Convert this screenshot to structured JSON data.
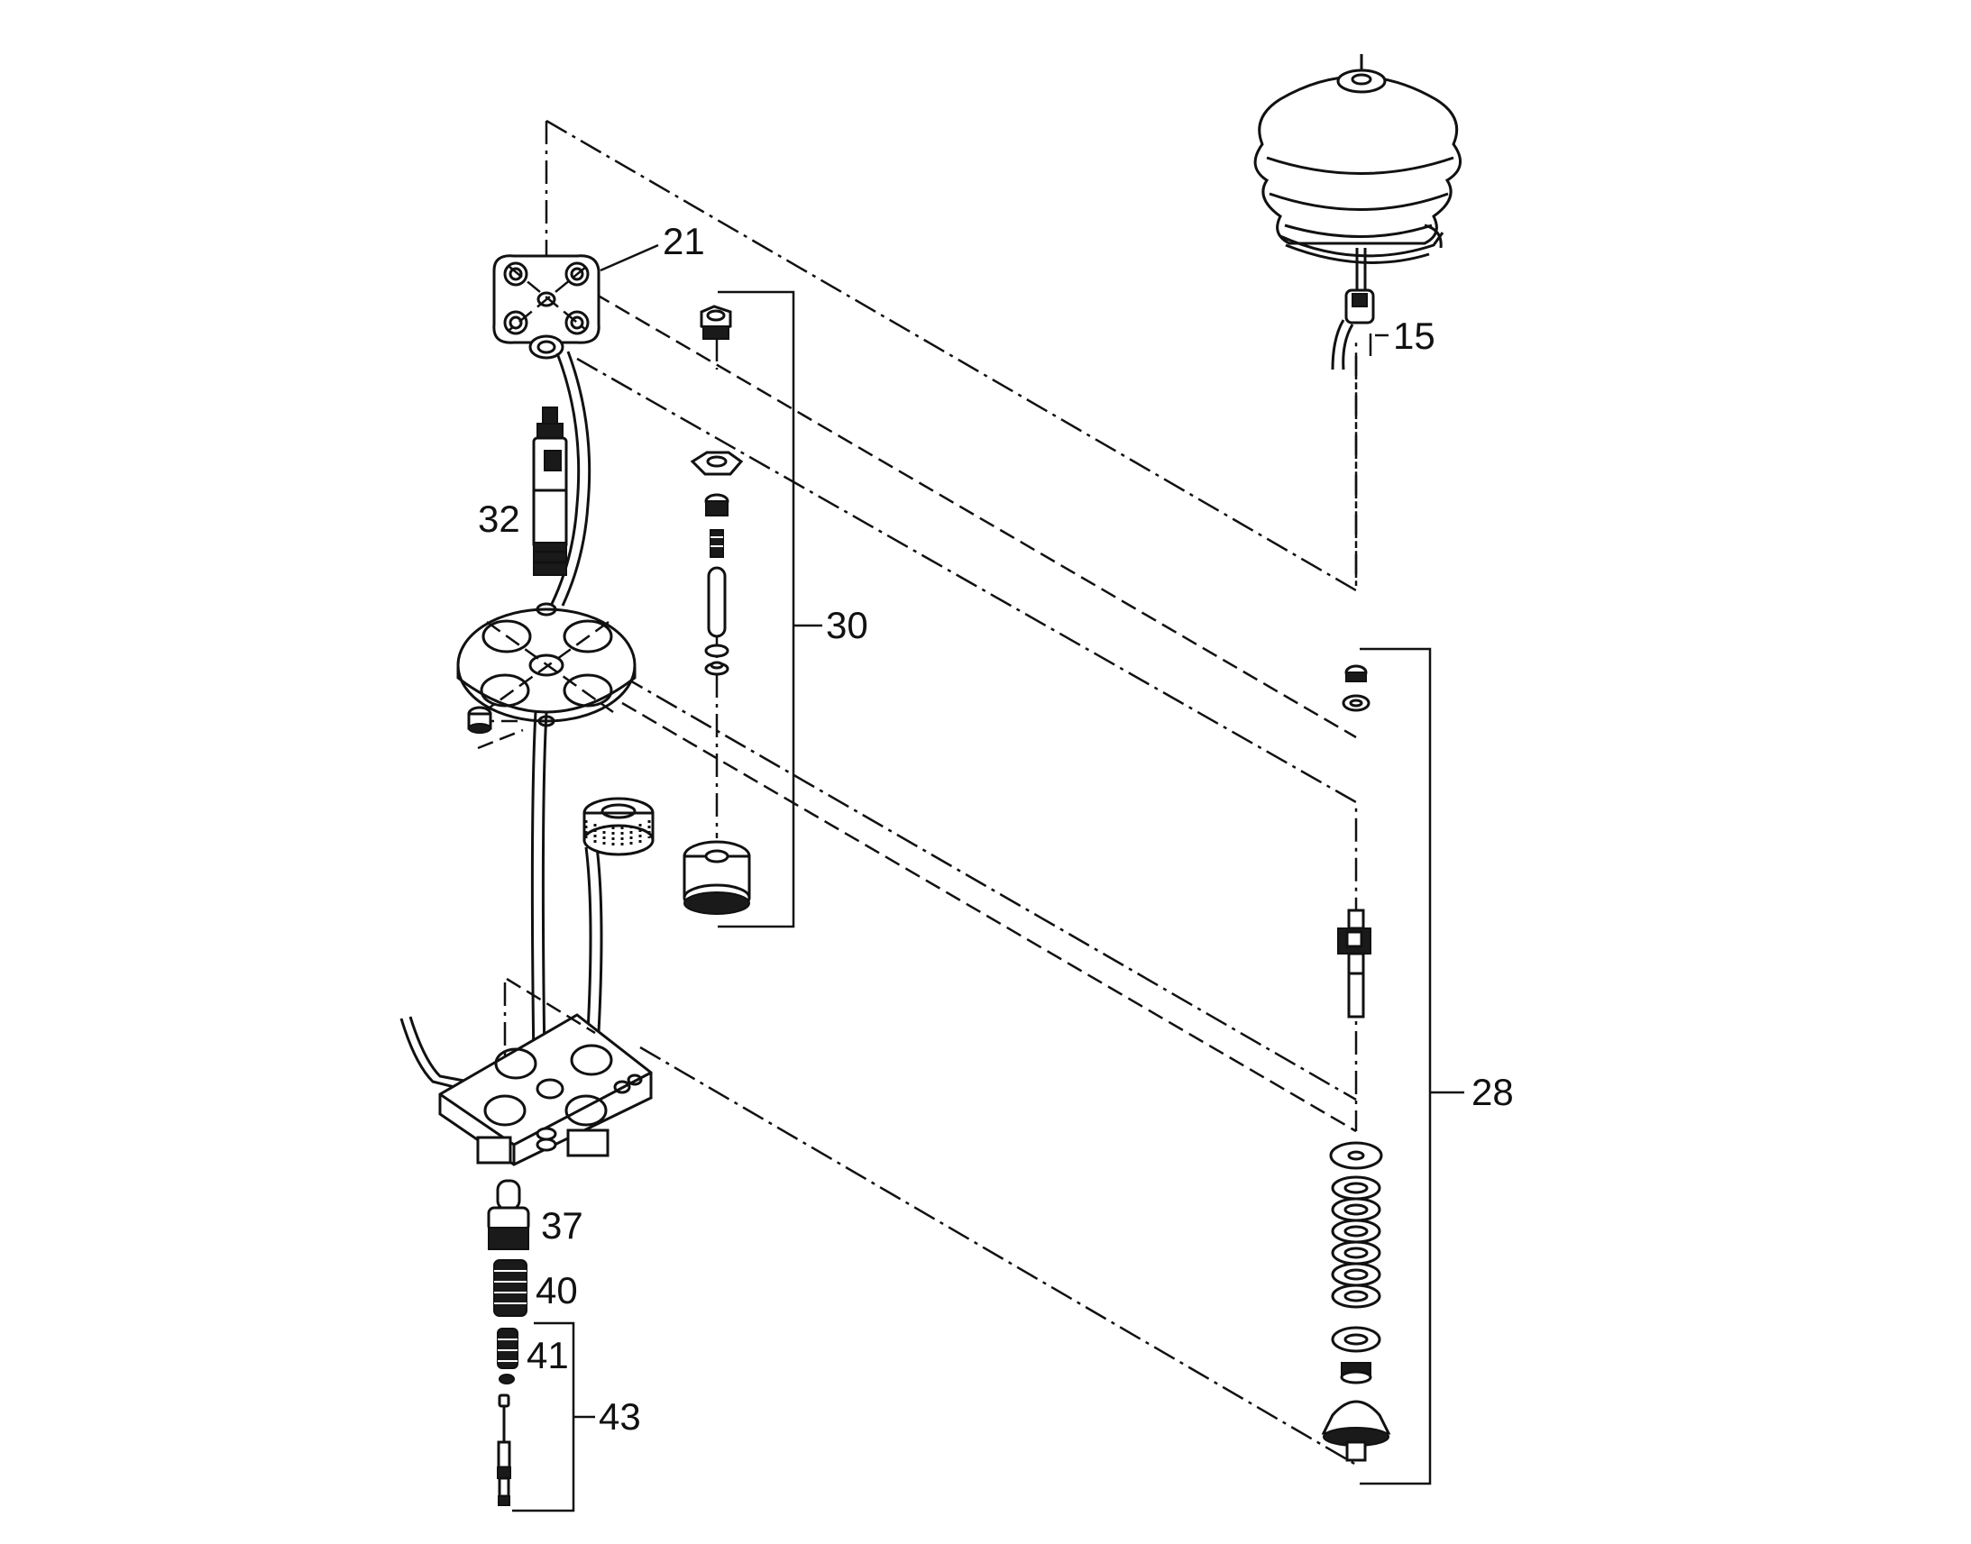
{
  "callouts": {
    "c15": "15",
    "c21": "21",
    "c28": "28",
    "c30": "30",
    "c32": "32",
    "c37": "37",
    "c40": "40",
    "c41": "41",
    "c43": "43"
  }
}
